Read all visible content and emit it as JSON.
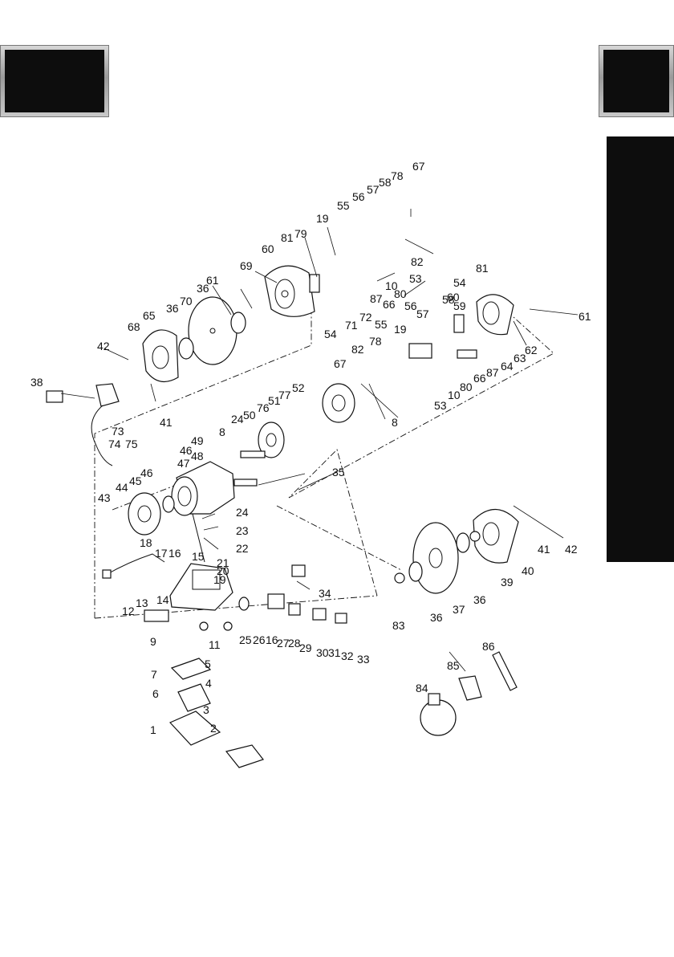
{
  "labels": [
    {
      "id": "p67a",
      "text": "67"
    },
    {
      "id": "p78a",
      "text": "78"
    },
    {
      "id": "p58a",
      "text": "58"
    },
    {
      "id": "p57a",
      "text": "57"
    },
    {
      "id": "p56a",
      "text": "56"
    },
    {
      "id": "p55a",
      "text": "55"
    },
    {
      "id": "p19a",
      "text": "19"
    },
    {
      "id": "p79",
      "text": "79"
    },
    {
      "id": "p81a",
      "text": "81"
    },
    {
      "id": "p60a",
      "text": "60"
    },
    {
      "id": "p69",
      "text": "69"
    },
    {
      "id": "p61a",
      "text": "61"
    },
    {
      "id": "p36a",
      "text": "36"
    },
    {
      "id": "p70",
      "text": "70"
    },
    {
      "id": "p36b",
      "text": "36"
    },
    {
      "id": "p65",
      "text": "65"
    },
    {
      "id": "p68",
      "text": "68"
    },
    {
      "id": "p42a",
      "text": "42"
    },
    {
      "id": "p38",
      "text": "38"
    },
    {
      "id": "p41a",
      "text": "41"
    },
    {
      "id": "p82a",
      "text": "82"
    },
    {
      "id": "p53a",
      "text": "53"
    },
    {
      "id": "p10a",
      "text": "10"
    },
    {
      "id": "p80a",
      "text": "80"
    },
    {
      "id": "p87a",
      "text": "87"
    },
    {
      "id": "p66a",
      "text": "66"
    },
    {
      "id": "p72",
      "text": "72"
    },
    {
      "id": "p71",
      "text": "71"
    },
    {
      "id": "p54a",
      "text": "54"
    },
    {
      "id": "p81b",
      "text": "81"
    },
    {
      "id": "p54b",
      "text": "54"
    },
    {
      "id": "p60b",
      "text": "60"
    },
    {
      "id": "p58b",
      "text": "58"
    },
    {
      "id": "p59",
      "text": "59"
    },
    {
      "id": "p61b",
      "text": "61"
    },
    {
      "id": "p56b",
      "text": "56"
    },
    {
      "id": "p57b",
      "text": "57"
    },
    {
      "id": "p55b",
      "text": "55"
    },
    {
      "id": "p19b",
      "text": "19"
    },
    {
      "id": "p78b",
      "text": "78"
    },
    {
      "id": "p82b",
      "text": "82"
    },
    {
      "id": "p67b",
      "text": "67"
    },
    {
      "id": "p62",
      "text": "62"
    },
    {
      "id": "p63",
      "text": "63"
    },
    {
      "id": "p64",
      "text": "64"
    },
    {
      "id": "p87b",
      "text": "87"
    },
    {
      "id": "p66b",
      "text": "66"
    },
    {
      "id": "p80b",
      "text": "80"
    },
    {
      "id": "p10b",
      "text": "10"
    },
    {
      "id": "p53b",
      "text": "53"
    },
    {
      "id": "p52",
      "text": "52"
    },
    {
      "id": "p77",
      "text": "77"
    },
    {
      "id": "p51",
      "text": "51"
    },
    {
      "id": "p76",
      "text": "76"
    },
    {
      "id": "p50",
      "text": "50"
    },
    {
      "id": "p8a",
      "text": "8"
    },
    {
      "id": "p24a",
      "text": "24"
    },
    {
      "id": "p8b",
      "text": "8"
    },
    {
      "id": "p49",
      "text": "49"
    },
    {
      "id": "p46a",
      "text": "46"
    },
    {
      "id": "p48",
      "text": "48"
    },
    {
      "id": "p47",
      "text": "47"
    },
    {
      "id": "p73",
      "text": "73"
    },
    {
      "id": "p74",
      "text": "74"
    },
    {
      "id": "p75",
      "text": "75"
    },
    {
      "id": "p46b",
      "text": "46"
    },
    {
      "id": "p45",
      "text": "45"
    },
    {
      "id": "p44",
      "text": "44"
    },
    {
      "id": "p43",
      "text": "43"
    },
    {
      "id": "p35",
      "text": "35"
    },
    {
      "id": "p24b",
      "text": "24"
    },
    {
      "id": "p23",
      "text": "23"
    },
    {
      "id": "p22",
      "text": "22"
    },
    {
      "id": "p18",
      "text": "18"
    },
    {
      "id": "p17",
      "text": "17"
    },
    {
      "id": "p16a",
      "text": "16"
    },
    {
      "id": "p15",
      "text": "15"
    },
    {
      "id": "p21",
      "text": "21"
    },
    {
      "id": "p20",
      "text": "20"
    },
    {
      "id": "p19c",
      "text": "19"
    },
    {
      "id": "p14",
      "text": "14"
    },
    {
      "id": "p13",
      "text": "13"
    },
    {
      "id": "p12",
      "text": "12"
    },
    {
      "id": "p9",
      "text": "9"
    },
    {
      "id": "p11",
      "text": "11"
    },
    {
      "id": "p34",
      "text": "34"
    },
    {
      "id": "p25",
      "text": "25"
    },
    {
      "id": "p26",
      "text": "26"
    },
    {
      "id": "p16b",
      "text": "16"
    },
    {
      "id": "p27",
      "text": "27"
    },
    {
      "id": "p28",
      "text": "28"
    },
    {
      "id": "p29",
      "text": "29"
    },
    {
      "id": "p30",
      "text": "30"
    },
    {
      "id": "p31",
      "text": "31"
    },
    {
      "id": "p32",
      "text": "32"
    },
    {
      "id": "p33",
      "text": "33"
    },
    {
      "id": "p7",
      "text": "7"
    },
    {
      "id": "p6",
      "text": "6"
    },
    {
      "id": "p5",
      "text": "5"
    },
    {
      "id": "p4",
      "text": "4"
    },
    {
      "id": "p3",
      "text": "3"
    },
    {
      "id": "p1",
      "text": "1"
    },
    {
      "id": "p2",
      "text": "2"
    },
    {
      "id": "p42b",
      "text": "42"
    },
    {
      "id": "p41b",
      "text": "41"
    },
    {
      "id": "p40",
      "text": "40"
    },
    {
      "id": "p39",
      "text": "39"
    },
    {
      "id": "p36c",
      "text": "36"
    },
    {
      "id": "p37",
      "text": "37"
    },
    {
      "id": "p36d",
      "text": "36"
    },
    {
      "id": "p83",
      "text": "83"
    },
    {
      "id": "p86",
      "text": "86"
    },
    {
      "id": "p85",
      "text": "85"
    },
    {
      "id": "p84",
      "text": "84"
    }
  ]
}
